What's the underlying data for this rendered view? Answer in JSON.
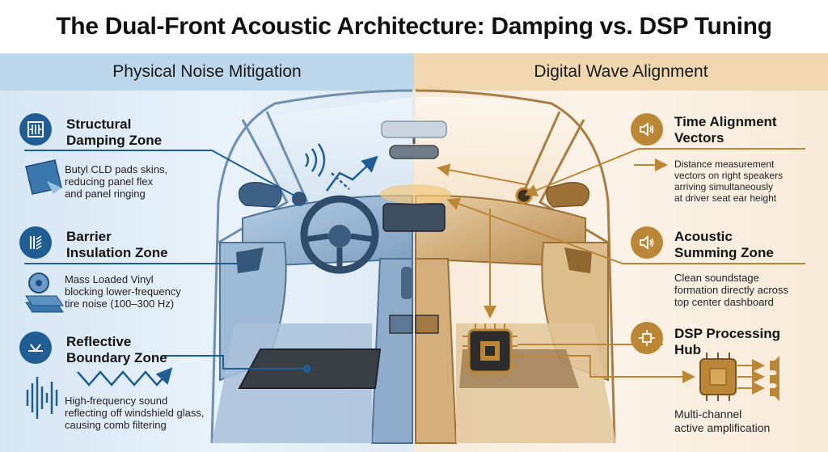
{
  "title": "The Dual-Front Acoustic Architecture: Damping vs. DSP Tuning",
  "left_panel": {
    "header": "Physical Noise Mitigation",
    "zones": [
      {
        "title_l1": "Structural",
        "title_l2": "Damping Zone",
        "icon": "structural-damping-icon",
        "desc_l1": "Butyl CLD pads skins,",
        "desc_l2": "reducing panel flex",
        "desc_l3": "and panel ringing",
        "desc_icon": "butyl-pad-icon"
      },
      {
        "title_l1": "Barrier",
        "title_l2": "Insulation Zone",
        "icon": "barrier-insulation-icon",
        "desc_l1": "Mass Loaded Vinyl",
        "desc_l2": "blocking lower-frequency",
        "desc_l3": "tire noise (100–300 Hz)",
        "desc_icon": "vinyl-roll-icon"
      },
      {
        "title_l1": "Reflective",
        "title_l2": "Boundary Zone",
        "icon": "reflective-boundary-icon",
        "desc_l1": "High-frequency sound",
        "desc_l2": "reflecting off windshield glass,",
        "desc_l3": "causing comb filtering",
        "desc_icon": "sound-wave-icon"
      }
    ]
  },
  "right_panel": {
    "header": "Digital Wave Alignment",
    "zones": [
      {
        "title_l1": "Time Alignment",
        "title_l2": "Vectors",
        "icon": "speaker-icon",
        "desc_l1": "Distance measurement",
        "desc_l2": "vectors on right speakers",
        "desc_l3": "arriving simultaneously",
        "desc_l4": "at driver seat ear height"
      },
      {
        "title_l1": "Acoustic",
        "title_l2": "Summing Zone",
        "icon": "speaker-icon",
        "desc_l1": "Clean soundstage",
        "desc_l2": "formation directly across",
        "desc_l3": "top center dashboard"
      },
      {
        "title_l1": "DSP Processing",
        "title_l2": "Hub",
        "icon": "circuit-board-icon",
        "desc_l1": "Multi-channel",
        "desc_l2": "active amplification"
      }
    ]
  },
  "colors": {
    "blue_accent": "#1f5d93",
    "gold_accent": "#bc8637",
    "left_bg": "#d6e6f4",
    "right_bg": "#f7ead8"
  }
}
